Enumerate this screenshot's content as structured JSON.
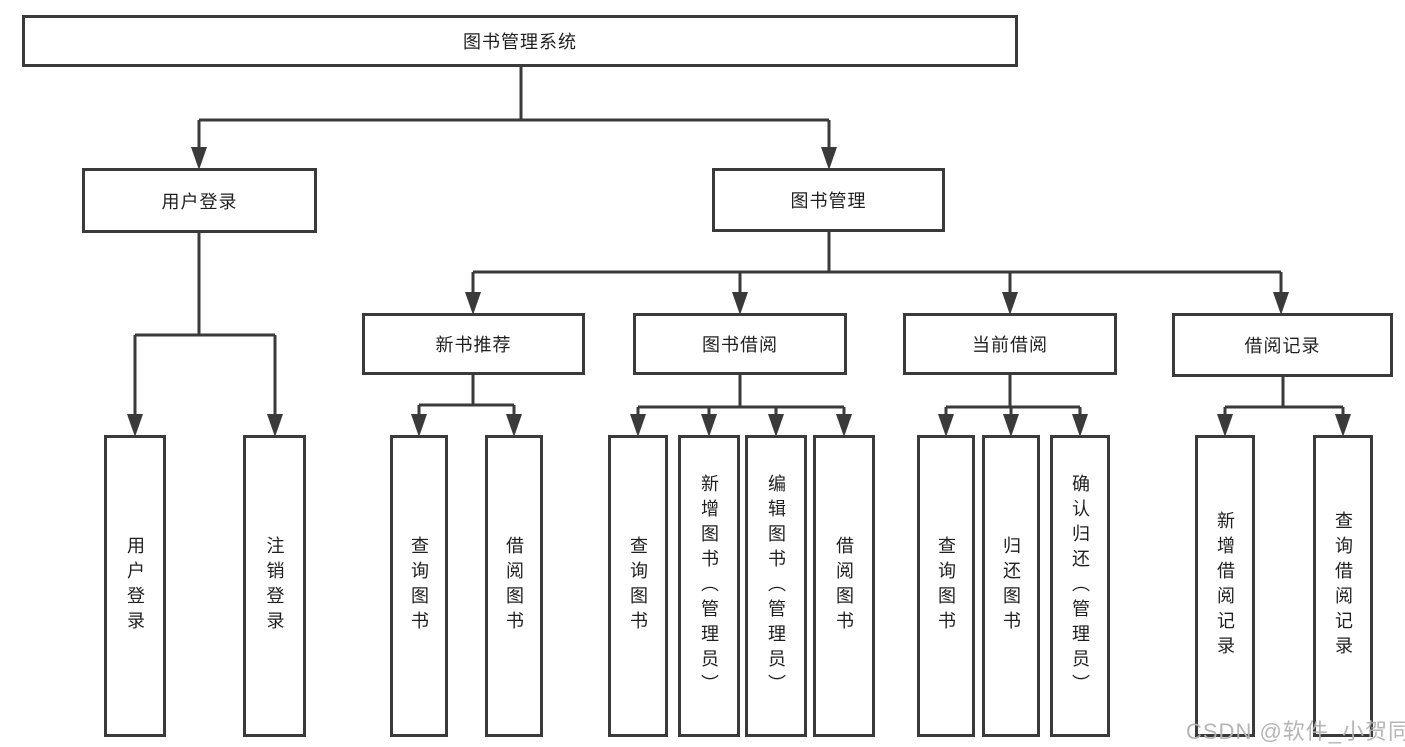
{
  "diagram": {
    "title": "图书管理系统",
    "root": {
      "label": "图书管理系统"
    },
    "level2": [
      {
        "id": "user-login",
        "label": "用户登录"
      },
      {
        "id": "book-management",
        "label": "图书管理"
      }
    ],
    "level3": [
      {
        "label": "新书推荐",
        "parent": "图书管理"
      },
      {
        "label": "图书借阅",
        "parent": "图书管理"
      },
      {
        "label": "当前借阅",
        "parent": "图书管理"
      },
      {
        "label": "借阅记录",
        "parent": "图书管理"
      }
    ],
    "leaves": [
      {
        "label": "用户登录",
        "parent": "用户登录"
      },
      {
        "label": "注销登录",
        "parent": "用户登录"
      },
      {
        "label": "查询图书",
        "parent": "新书推荐"
      },
      {
        "label": "借阅图书",
        "parent": "新书推荐"
      },
      {
        "label": "查询图书",
        "parent": "图书借阅"
      },
      {
        "label": "新增图书（管理员）",
        "parent": "图书借阅"
      },
      {
        "label": "编辑图书（管理员）",
        "parent": "图书借阅"
      },
      {
        "label": "借阅图书",
        "parent": "图书借阅"
      },
      {
        "label": "查询图书",
        "parent": "当前借阅"
      },
      {
        "label": "归还图书",
        "parent": "当前借阅"
      },
      {
        "label": "确认归还（管理员）",
        "parent": "当前借阅"
      },
      {
        "label": "新增借阅记录",
        "parent": "借阅记录"
      },
      {
        "label": "查询借阅记录",
        "parent": "借阅记录"
      }
    ],
    "colors": {
      "line": "#3a3a3a",
      "border": "#3a3a3a",
      "text": "#1f1f1f",
      "background": "#ffffff",
      "watermark": "#b2b2b2"
    },
    "watermark": "CSDN @软件_小贺同学"
  }
}
